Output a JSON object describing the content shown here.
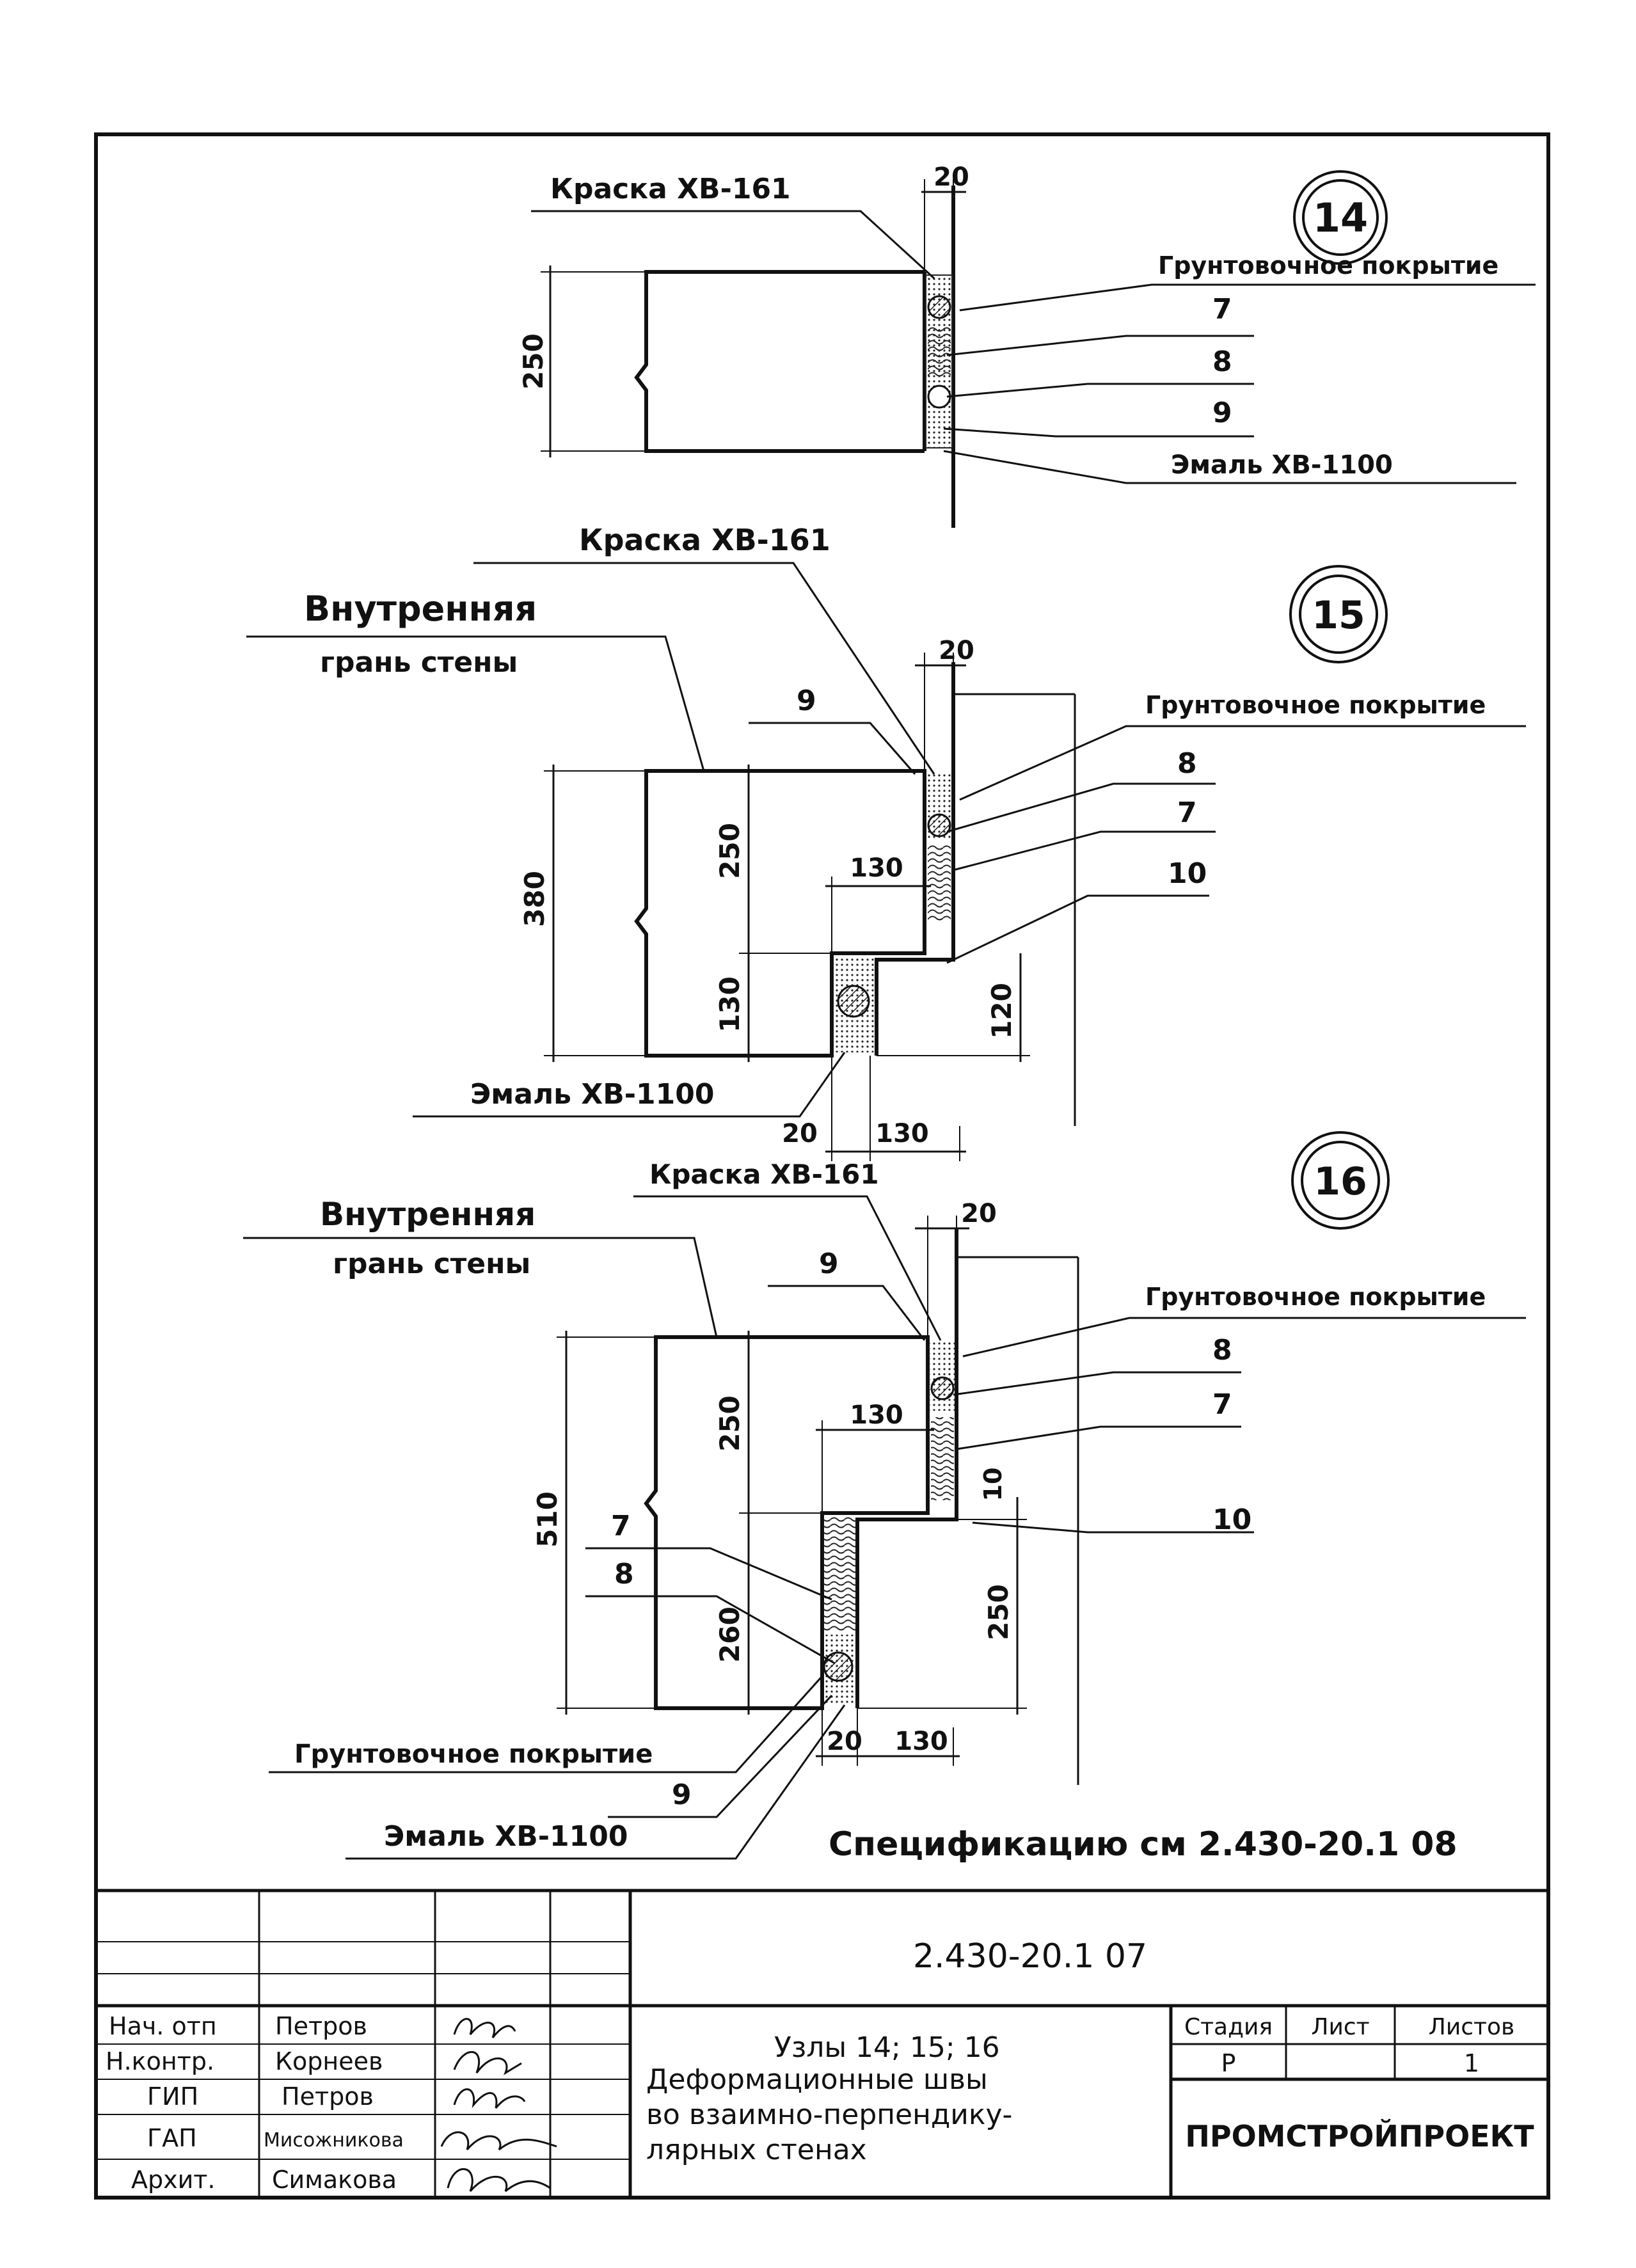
{
  "nodes": {
    "n14": {
      "number": "14",
      "kraska": "Краска ХВ-161",
      "grunt": "Грунтовочное покрытие",
      "item7": "7",
      "item8": "8",
      "item9": "9",
      "emal": "Эмаль ХВ-1100",
      "dim_width": "20",
      "dim_height": "250"
    },
    "n15": {
      "number": "15",
      "kraska": "Краска ХВ-161",
      "inner_face_1": "Внутренняя",
      "inner_face_2": "грань стены",
      "grunt": "Грунтовочное покрытие",
      "item9": "9",
      "item8": "8",
      "item7": "7",
      "item10": "10",
      "emal": "Эмаль ХВ-1100",
      "dim_top_width": "20",
      "dim_total": "380",
      "dim_upper": "250",
      "dim_lower": "130",
      "dim_step": "130",
      "dim_right": "120",
      "dim_bottom_left": "20",
      "dim_bottom_right": "130"
    },
    "n16": {
      "number": "16",
      "kraska": "Краска ХВ-161",
      "inner_face_1": "Внутренняя",
      "inner_face_2": "грань стены",
      "grunt_right": "Грунтовочное покрытие",
      "item9_top": "9",
      "item8_right": "8",
      "item7_right": "7",
      "item10": "10",
      "dim_gap": "10",
      "item7_left": "7",
      "item8_left": "8",
      "grunt_left": "Грунтовочное покрытие",
      "item9_bottom": "9",
      "emal": "Эмаль ХВ-1100",
      "dim_top_width": "20",
      "dim_total": "510",
      "dim_upper": "250",
      "dim_step": "130",
      "dim_lower_left": "260",
      "dim_lower_right": "250",
      "dim_bottom_left": "20",
      "dim_bottom_right": "130"
    }
  },
  "spec_note": "Спецификацию см 2.430-20.1 08",
  "title_block": {
    "doc_code": "2.430-20.1 07",
    "roles": [
      {
        "role": "Нач. отп",
        "name": "Петров"
      },
      {
        "role": "Н.контр.",
        "name": "Корнеев"
      },
      {
        "role": "ГИП",
        "name": "Петров"
      },
      {
        "role": "ГАП",
        "name": "Мисожникова"
      },
      {
        "role": "Архит.",
        "name": "Симакова"
      }
    ],
    "title_1": "Узлы 14; 15; 16",
    "title_2": "Деформационные швы",
    "title_3": "во взаимно-перпендику-",
    "title_4": "лярных стенах",
    "stage_header": "Стадия",
    "sheet_header": "Лист",
    "sheets_header": "Листов",
    "stage_value": "Р",
    "sheet_value": "",
    "sheets_value": "1",
    "org": "ПРОМСТРОЙПРОЕКТ"
  }
}
